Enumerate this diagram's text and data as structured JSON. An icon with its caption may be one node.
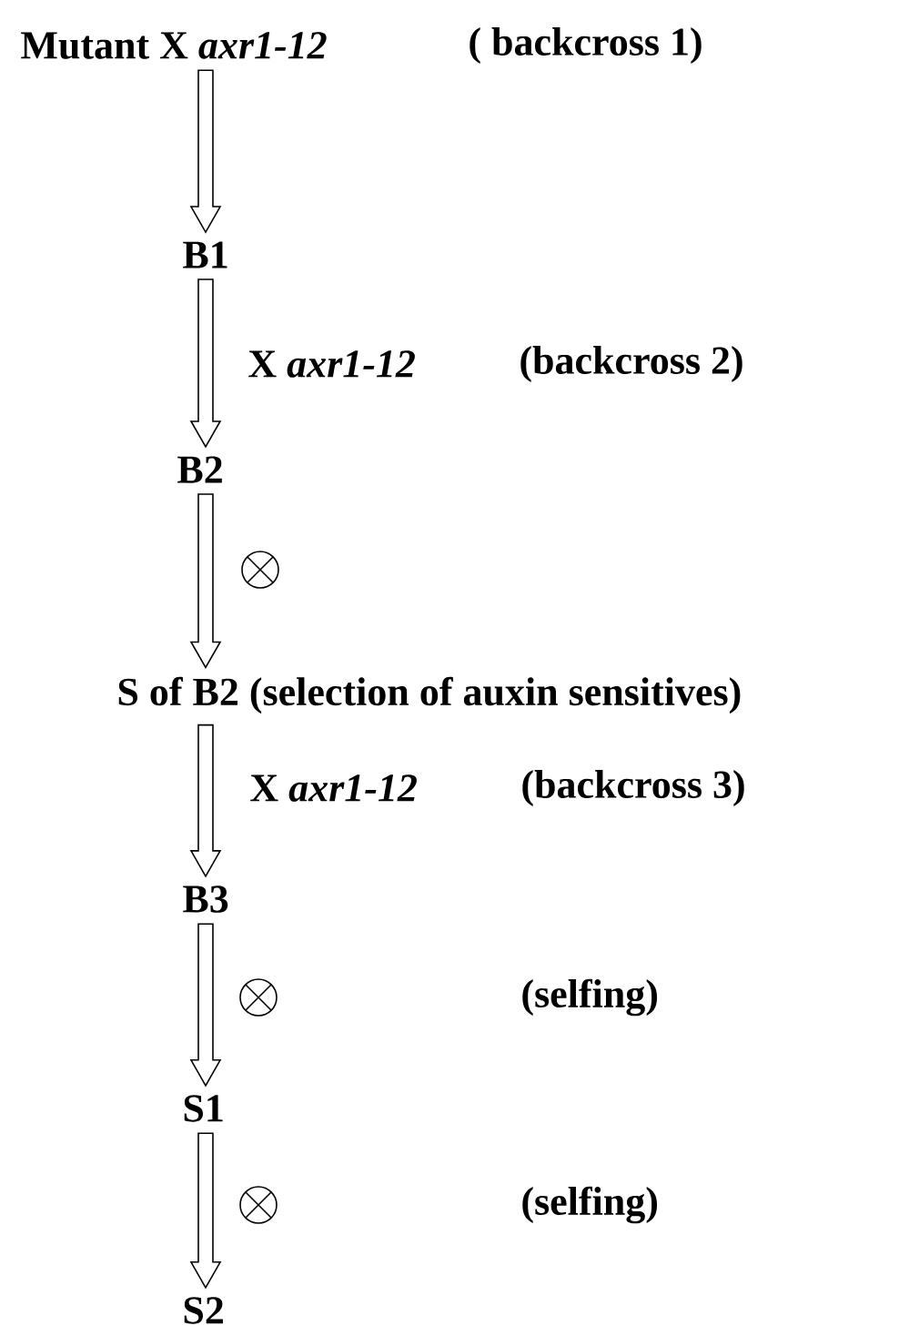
{
  "diagram": {
    "nodes": [
      {
        "text": [
          "Mutant X *axr1-12*"
        ],
        "beside": [
          "( backcross 1)"
        ]
      },
      {
        "text": [
          "B1"
        ]
      },
      {
        "text": [
          "B2"
        ]
      },
      {
        "text": [
          "S of B2 (selection of auxin sensitives)"
        ]
      },
      {
        "text": [
          "B3"
        ]
      },
      {
        "text": [
          "S1"
        ]
      },
      {
        "text": [
          "S2"
        ]
      }
    ],
    "edges": [
      {
        "from": 0,
        "to": 1,
        "arrow": "to"
      },
      {
        "from": 1,
        "to": 2,
        "arrow": "to",
        "label": "X *axr1-12*"
      },
      {
        "from": 2,
        "to": 3,
        "arrow": "to"
      },
      {
        "from": 3,
        "to": 4,
        "arrow": "to",
        "label": "X *axr1-12*"
      },
      {
        "from": 4,
        "to": 5,
        "arrow": "to"
      },
      {
        "from": 5,
        "to": 6,
        "arrow": "to"
      }
    ],
    "labels": [
      "(backcross 2)",
      "(backcross 3)",
      "(selfing)",
      "(selfing)"
    ]
  }
}
